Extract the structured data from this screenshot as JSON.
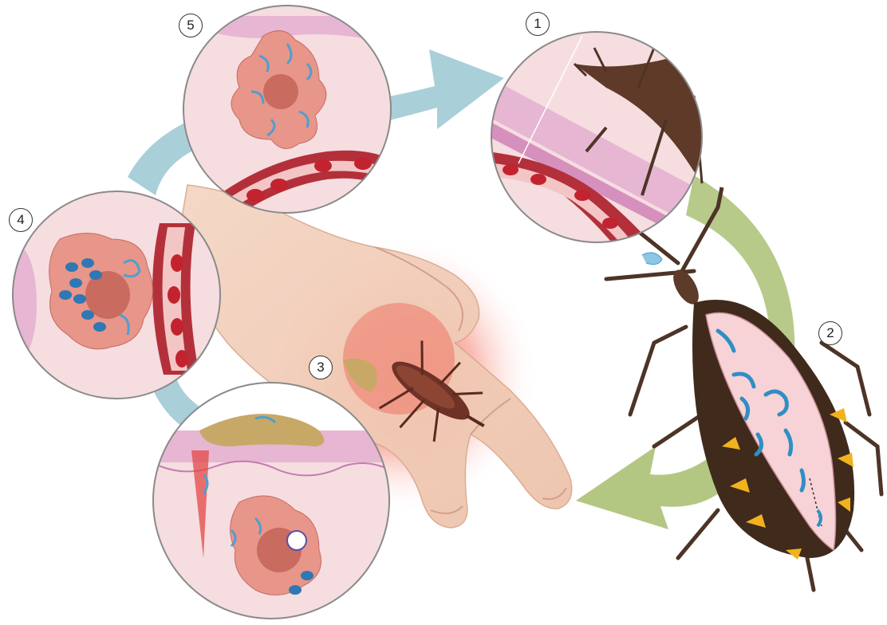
{
  "diagram": {
    "steps": [
      {
        "number": "1"
      },
      {
        "number": "2"
      },
      {
        "number": "3"
      },
      {
        "number": "4"
      },
      {
        "number": "5"
      }
    ],
    "colors": {
      "blue_arrow": "#a9cfd9",
      "green_arrow": "#b3c783",
      "skin_pink": "#f6dde0",
      "vessel_red": "#b3303a",
      "bug_brown": "#6e4430",
      "parasite_blue": "#8ec6e6",
      "cell_salmon": "#e8958a",
      "feces_tan": "#c8a866",
      "inflammation_red": "#ee4438"
    },
    "icons": [
      "kissing-bug-feeding",
      "kissing-bug-large",
      "kissing-bug-small",
      "human-hand",
      "trypanosome-parasite",
      "red-blood-cell",
      "infected-host-cell"
    ]
  }
}
